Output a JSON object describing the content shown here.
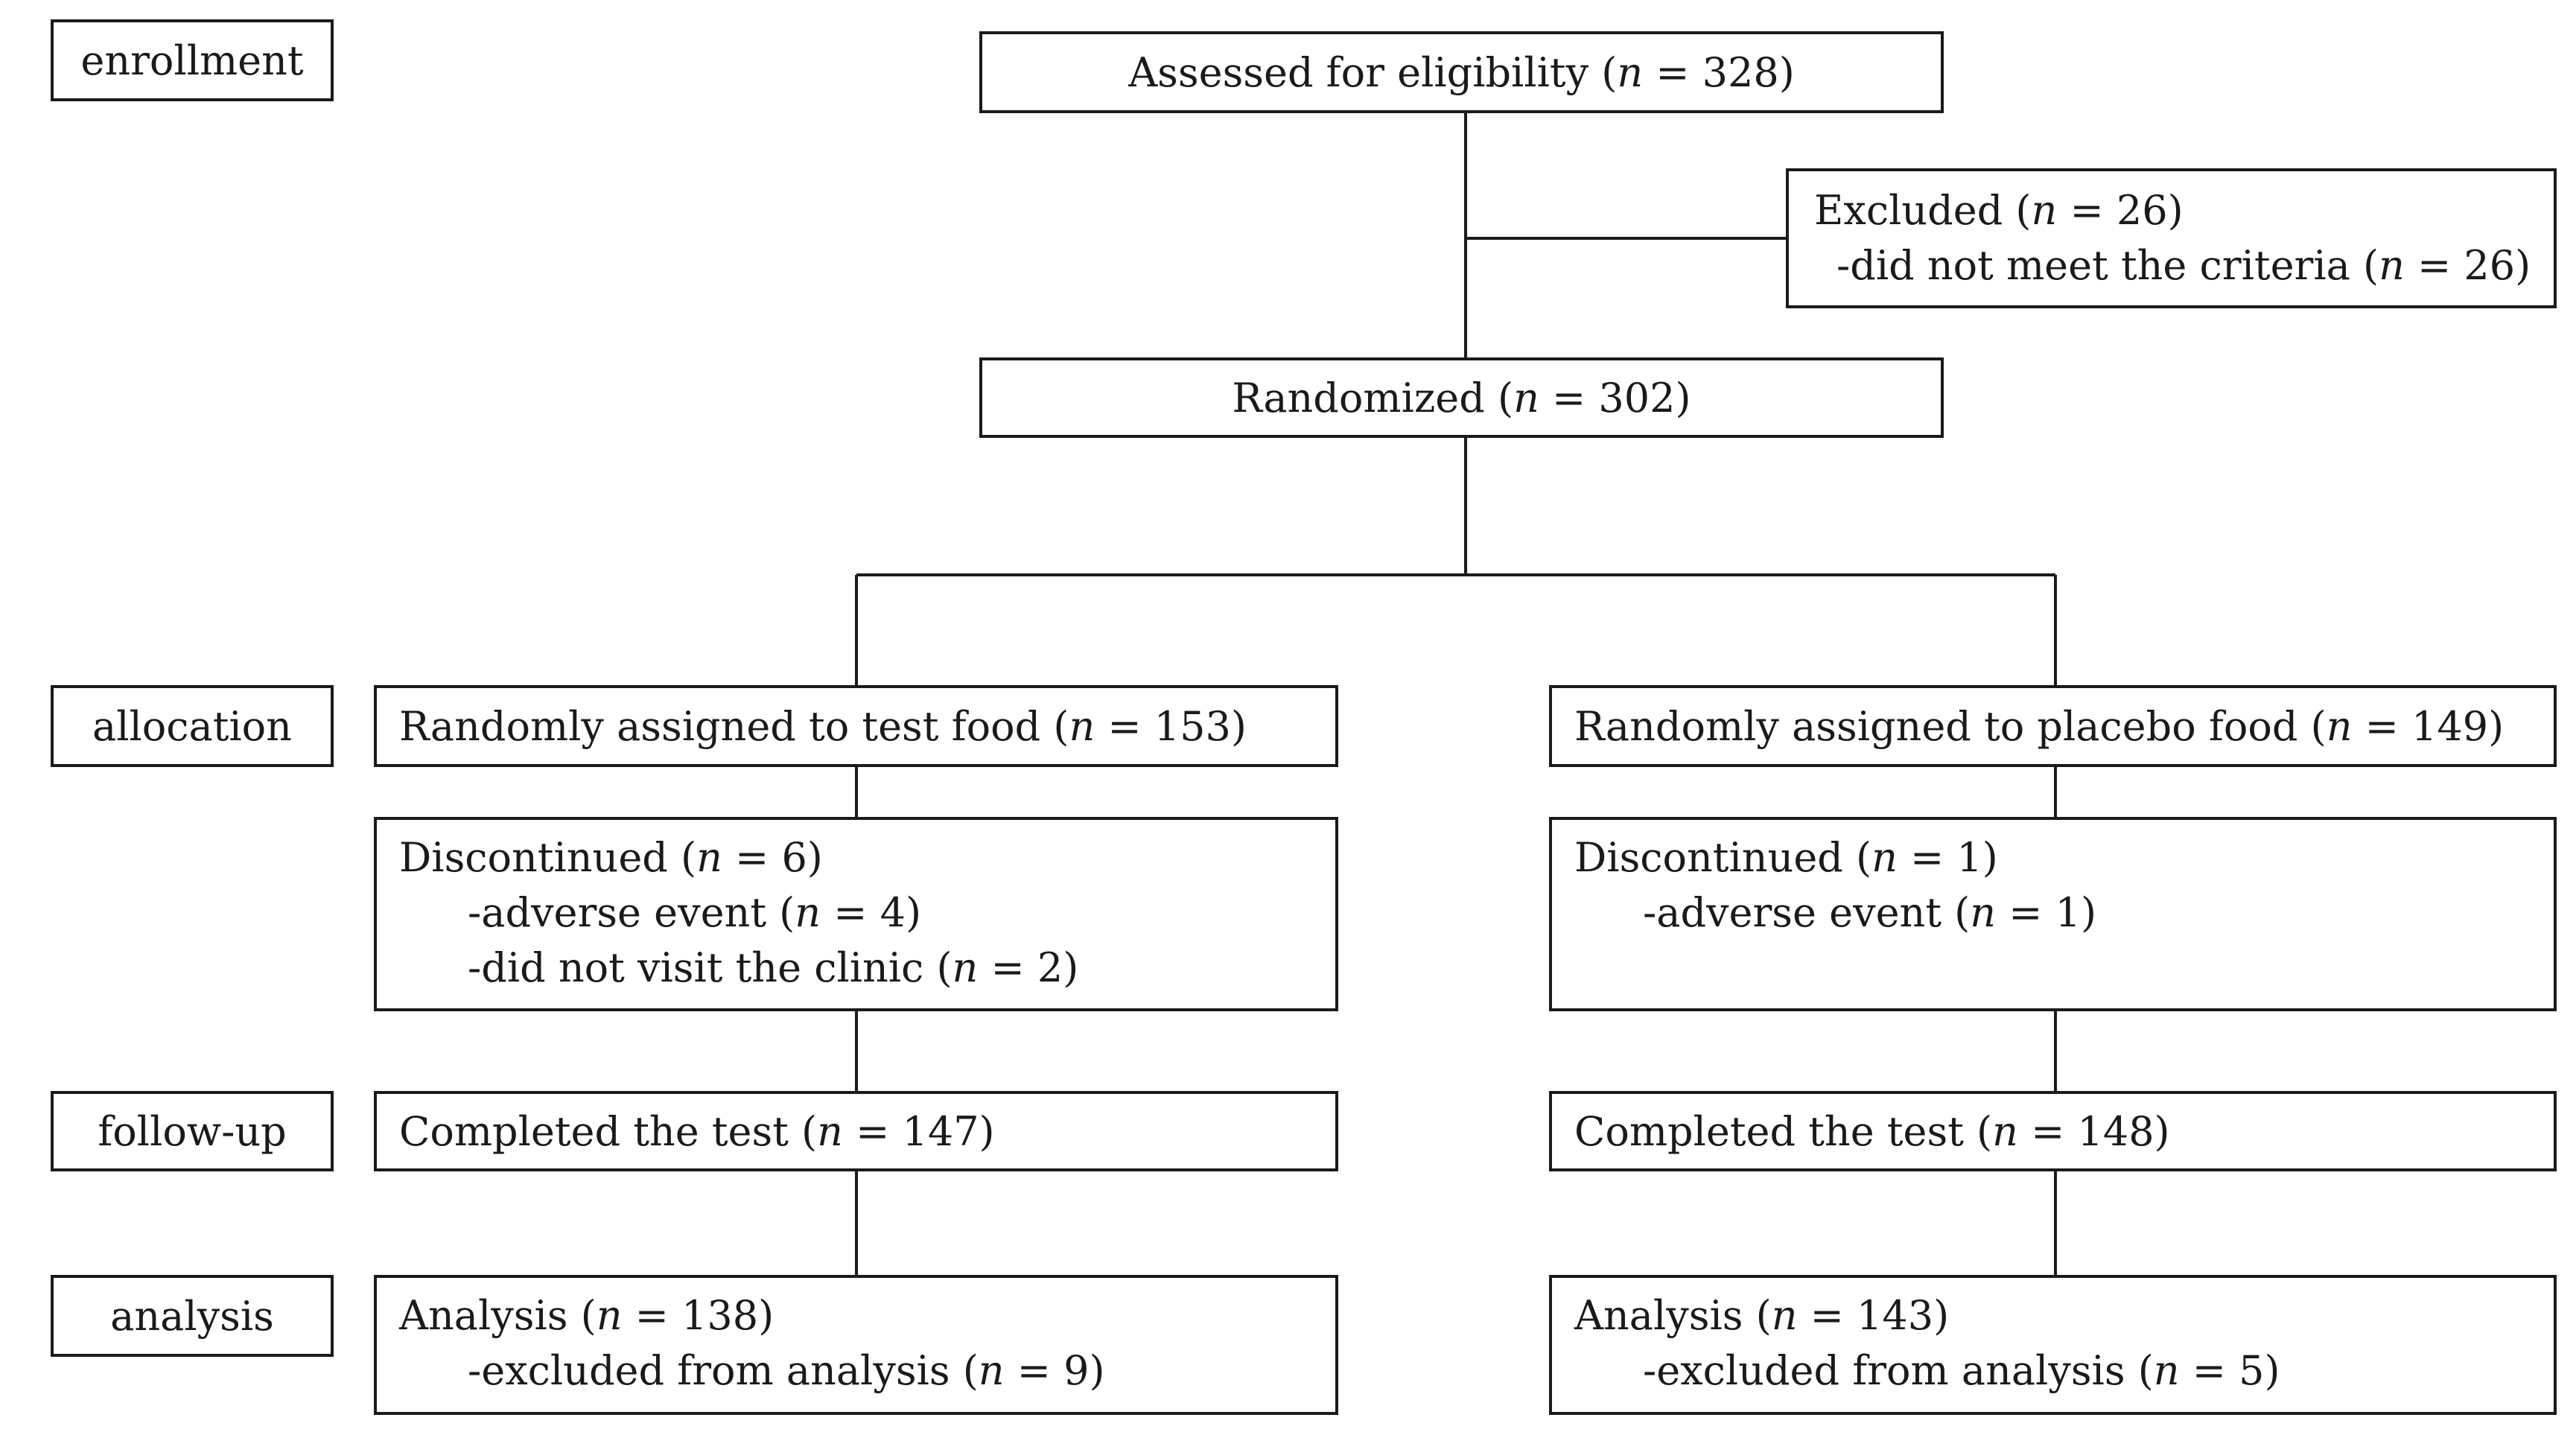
{
  "stages": {
    "enrollment": "enrollment",
    "allocation": "allocation",
    "follow_up": "follow-up",
    "analysis": "analysis"
  },
  "n_symbol": "n",
  "assessed": {
    "label": "Assessed for eligibility (",
    "value": " = 328)"
  },
  "excluded": {
    "label": "Excluded (",
    "value": " = 26)",
    "reason_label": "-did not meet the criteria (",
    "reason_value": " = 26)"
  },
  "randomized": {
    "label": "Randomized (",
    "value": " = 302)"
  },
  "test_arm": {
    "assigned": {
      "label": "Randomly assigned to test food (",
      "value": " = 153)"
    },
    "discontinued": {
      "label": "Discontinued (",
      "value": " = 6)"
    },
    "reasons": [
      {
        "label": "-adverse event (",
        "value": " = 4)"
      },
      {
        "label": "-did not visit the clinic (",
        "value": " = 2)"
      }
    ],
    "completed": {
      "label": "Completed the test (",
      "value": " = 147)"
    },
    "analysis": {
      "label": "Analysis (",
      "value": " = 138)"
    },
    "excluded_analysis": {
      "label": "-excluded from analysis (",
      "value": " = 9)"
    }
  },
  "placebo_arm": {
    "assigned": {
      "label": "Randomly assigned to placebo food (",
      "value": " = 149)"
    },
    "discontinued": {
      "label": "Discontinued (",
      "value": " = 1)"
    },
    "reasons": [
      {
        "label": "-adverse event (",
        "value": " = 1)"
      }
    ],
    "completed": {
      "label": "Completed the test (",
      "value": " = 148)"
    },
    "analysis": {
      "label": "Analysis (",
      "value": " = 143)"
    },
    "excluded_analysis": {
      "label": "-excluded from analysis (",
      "value": " = 5)"
    }
  }
}
